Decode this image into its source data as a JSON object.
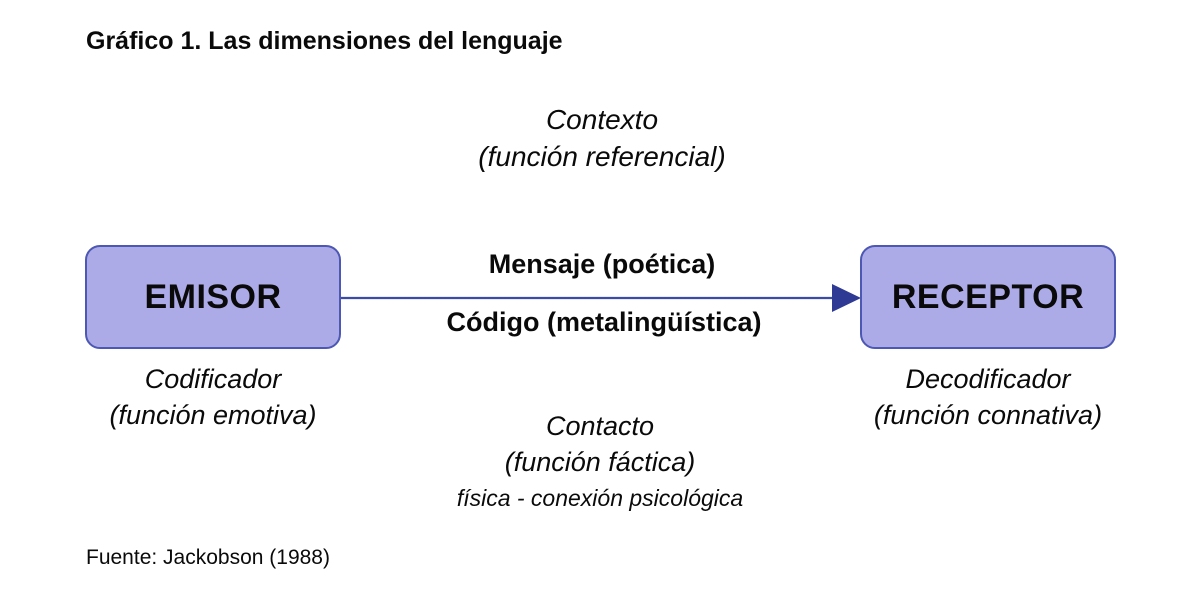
{
  "title": "Gráfico 1. Las dimensiones del lenguaje",
  "colors": {
    "box_fill": "#adaae8",
    "box_border": "#4c58b4",
    "arrow_line": "#3c4ba8",
    "arrow_head": "#2e3a94",
    "text": "#0a0a0a"
  },
  "top_dimension": {
    "line1": "Contexto",
    "line2": "(función referencial)"
  },
  "nodes": {
    "emisor": {
      "label": "EMISOR",
      "role_line1": "Codificador",
      "role_line2": "(función emotiva)"
    },
    "receptor": {
      "label": "RECEPTOR",
      "role_line1": "Decodificador",
      "role_line2": "(función connativa)"
    }
  },
  "channel": {
    "above_arrow": "Mensaje (poética)",
    "below_arrow": "Código (metalingüística)"
  },
  "bottom_dimension": {
    "line1": "Contacto",
    "line2": "(función fáctica)",
    "line3": "física - conexión psicológica"
  },
  "source": "Fuente: Jackobson (1988)"
}
